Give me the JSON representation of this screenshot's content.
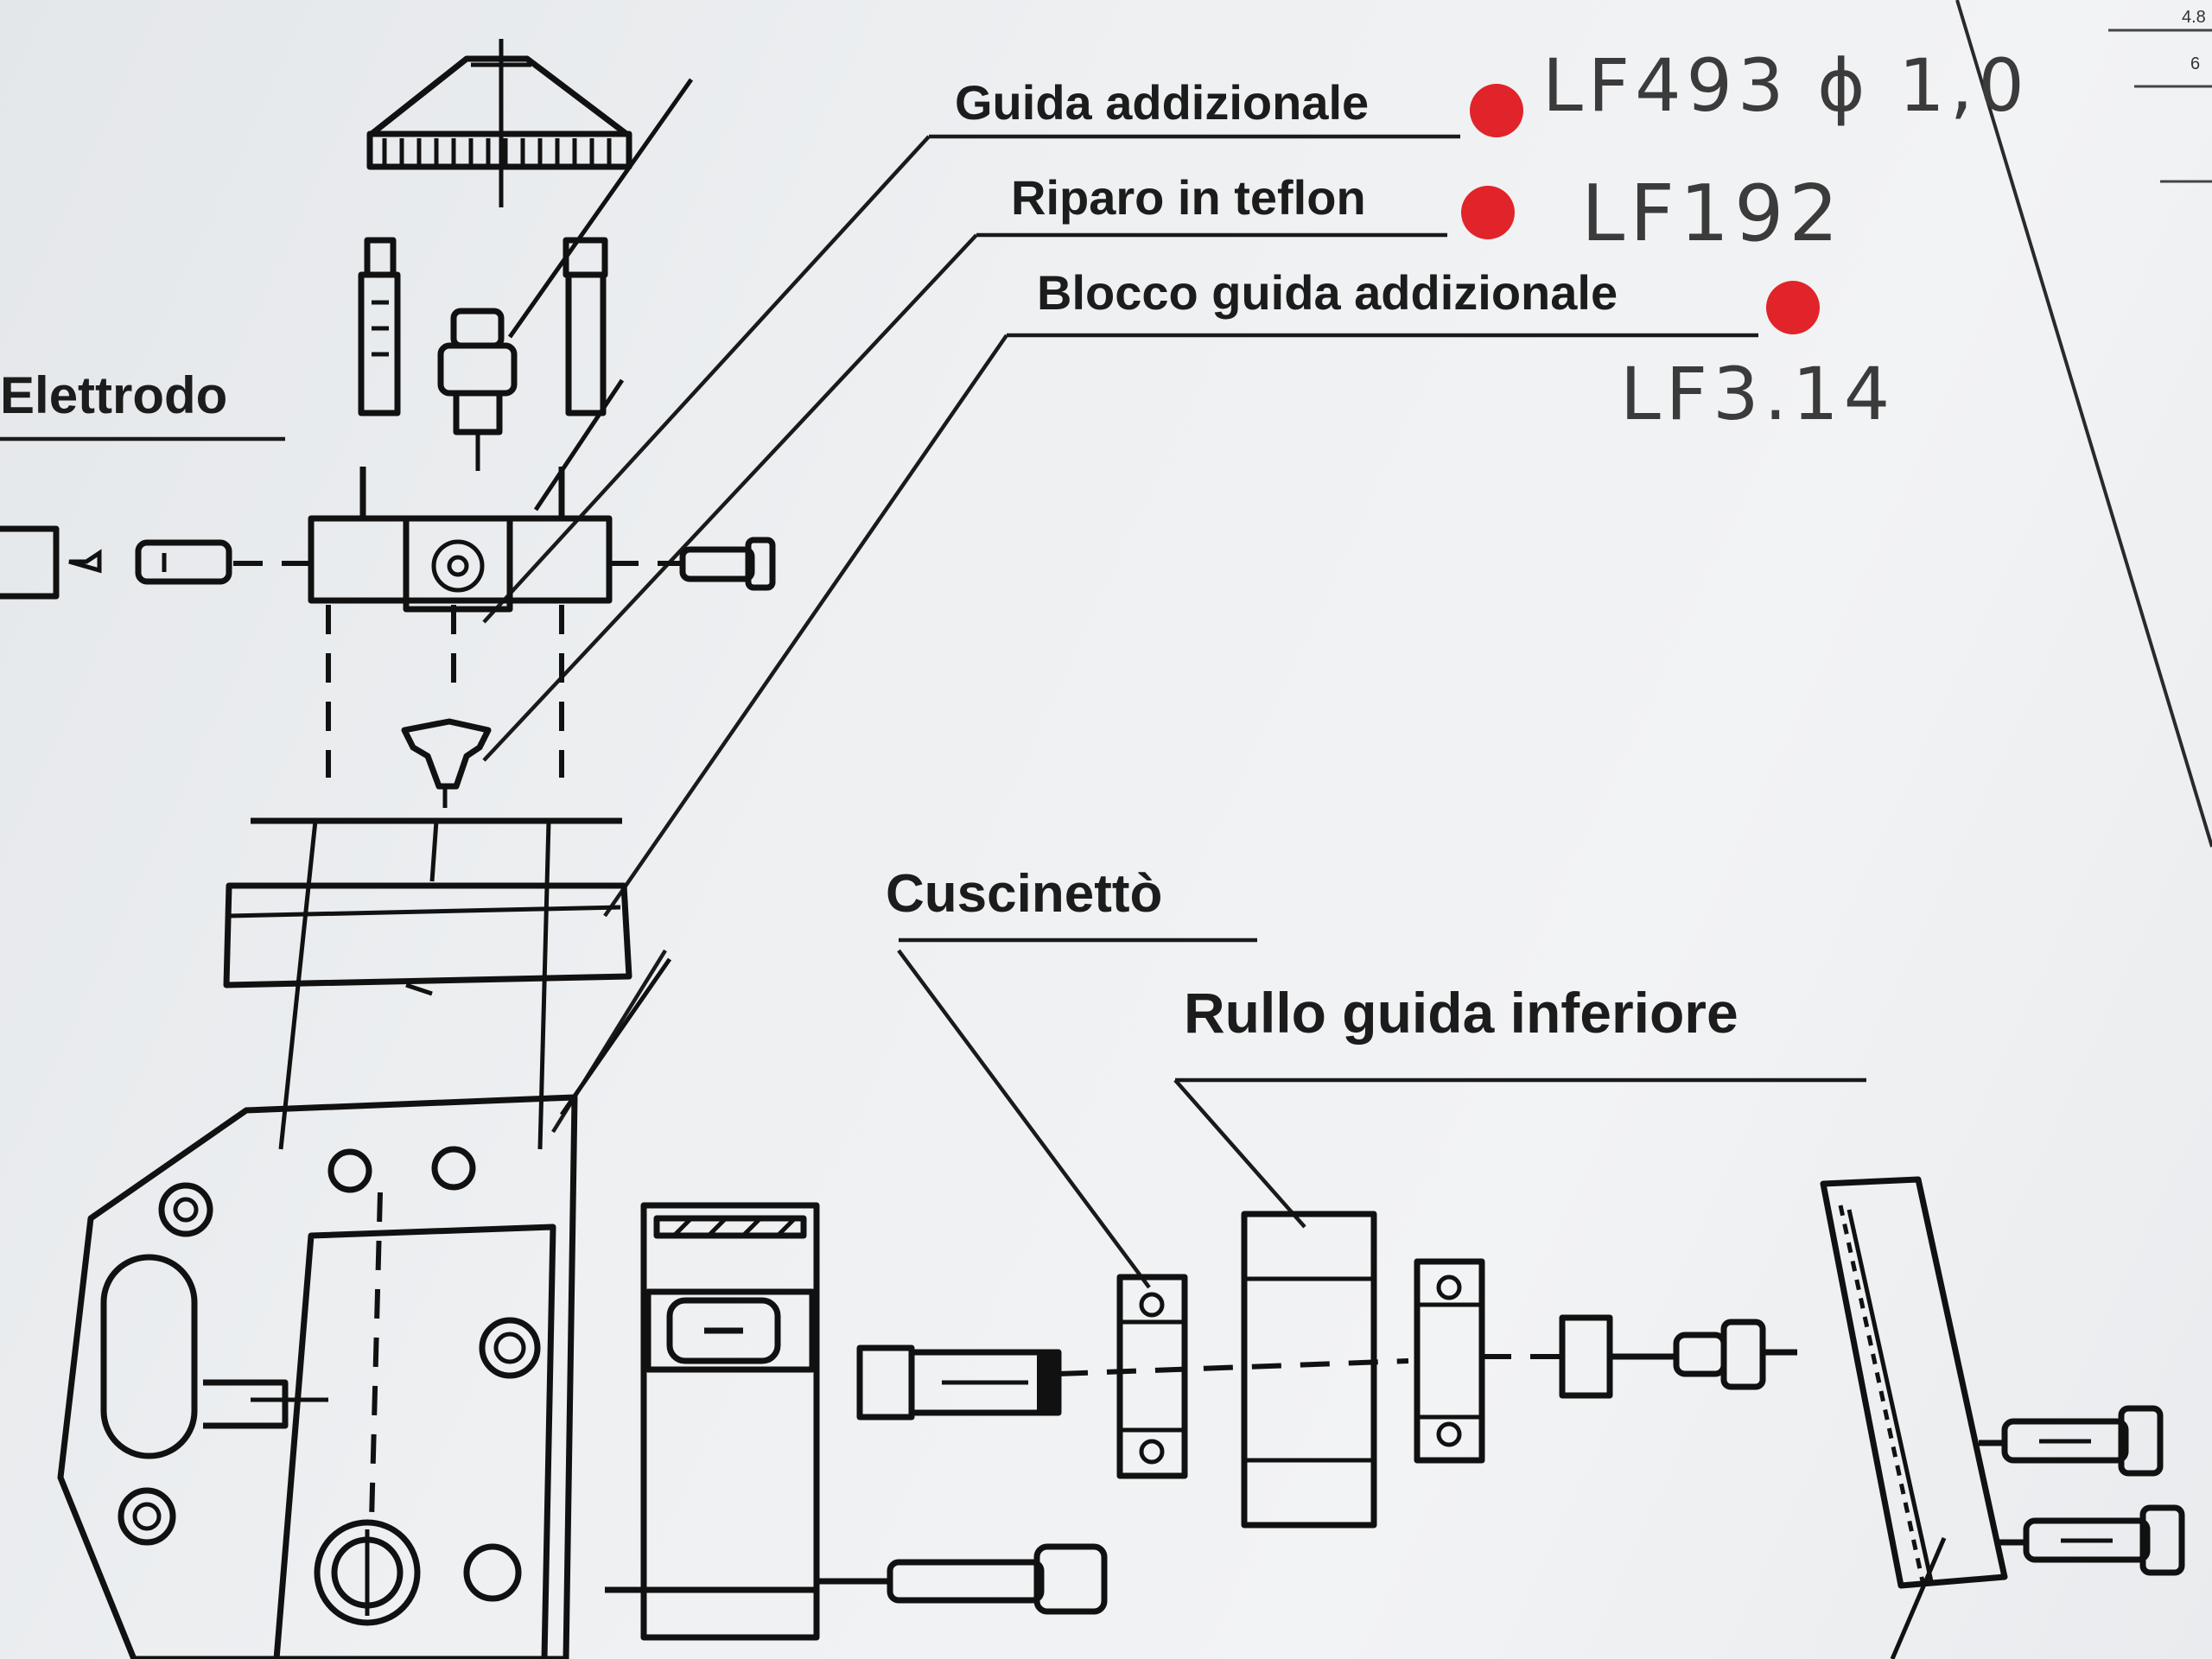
{
  "labels": {
    "guida_addizionale": "Guida addizionale",
    "riparo_teflon": "Riparo in teflon",
    "blocco_guida": "Blocco guida addizionale",
    "elettrodo": "Elettrodo",
    "cuscinetto": "Cuscinettò",
    "rullo_guida": "Rullo guida inferiore"
  },
  "handwritten": {
    "code_1": "LF493 ϕ 1,0",
    "code_2": "LF192",
    "code_3": "LF3.14"
  },
  "margin_marks": {
    "top": "4.8",
    "second": "6"
  },
  "colors": {
    "marker_red": "#e0242a",
    "ink": "#111111",
    "paper": "#eef0f2"
  }
}
